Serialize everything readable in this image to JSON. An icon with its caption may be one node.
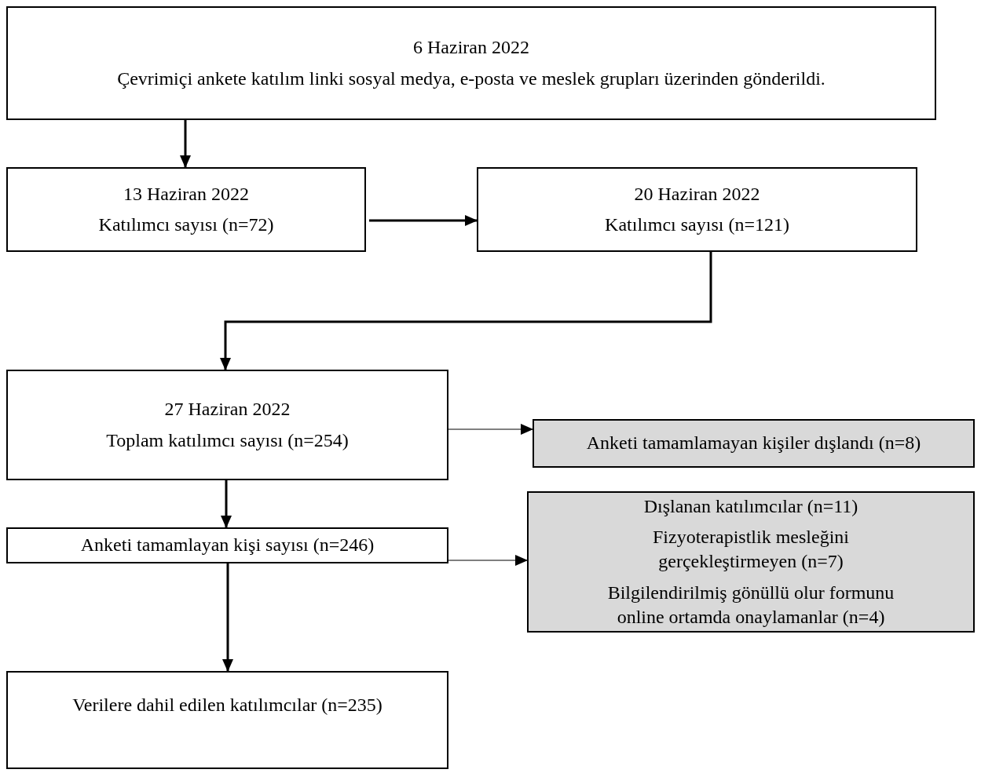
{
  "diagram": {
    "nodes": [
      {
        "text": [
          "6 Haziran 2022",
          "Çevrimiçi ankete katılım linki sosyal medya, e-posta ve meslek grupları üzerinden gönderildi."
        ]
      },
      {
        "text": [
          "13 Haziran 2022",
          "Katılımcı sayısı (n=72)"
        ]
      },
      {
        "text": [
          "20 Haziran 2022",
          "Katılımcı sayısı (n=121)"
        ]
      },
      {
        "text": [
          "27 Haziran 2022",
          "Toplam katılımcı sayısı (n=254)"
        ]
      },
      {
        "text": [
          "Anketi tamamlamayan kişiler dışlandı (n=8)"
        ]
      },
      {
        "text": [
          "Anketi tamamlayan kişi sayısı (n=246)"
        ]
      },
      {
        "text": [
          "Dışlanan katılımcılar (n=11)",
          "Fizyoterapistlik mesleğini gerçekleştirmeyen (n=7)",
          "Bilgilendirilmiş gönüllü olur formunu online ortamda onaylamanlar (n=4)"
        ]
      },
      {
        "text": [
          "Verilere dahil edilen katılımcılar (n=235)"
        ]
      }
    ],
    "edges": [
      {
        "from": 0,
        "to": 1,
        "arrow": "to"
      },
      {
        "from": 1,
        "to": 2,
        "arrow": "to"
      },
      {
        "from": 2,
        "to": 3,
        "arrow": "to"
      },
      {
        "from": 3,
        "to": 4,
        "arrow": "to"
      },
      {
        "from": 3,
        "to": 5,
        "arrow": "to"
      },
      {
        "from": 5,
        "to": 6,
        "arrow": "to"
      },
      {
        "from": 5,
        "to": 7,
        "arrow": "to"
      }
    ]
  }
}
